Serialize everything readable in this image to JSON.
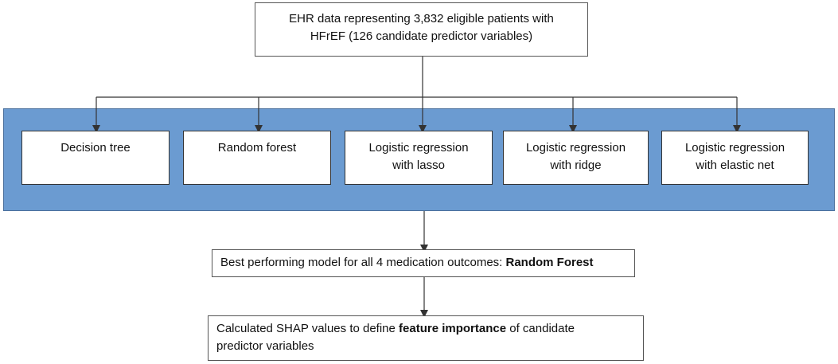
{
  "colors": {
    "band_fill": "#6b9bd1",
    "band_border": "#4a6f9c",
    "box_border": "#555555",
    "connector": "#333333"
  },
  "data_box": {
    "line1": "EHR data representing 3,832 eligible patients with",
    "line2": "HFrEF (126 candidate predictor variables)"
  },
  "models": [
    {
      "line1": "Decision tree",
      "line2": ""
    },
    {
      "line1": "Random forest",
      "line2": ""
    },
    {
      "line1": "Logistic regression",
      "line2": "with lasso"
    },
    {
      "line1": "Logistic regression",
      "line2": "with ridge"
    },
    {
      "line1": "Logistic regression",
      "line2": "with elastic net"
    }
  ],
  "best_model_box": {
    "prefix": "Best performing model for all 4 medication outcomes: ",
    "bold": "Random Forest"
  },
  "shap_box": {
    "prefix": "Calculated SHAP values to define ",
    "bold": "feature importance",
    "suffix": " of candidate",
    "line2": "predictor variables"
  }
}
